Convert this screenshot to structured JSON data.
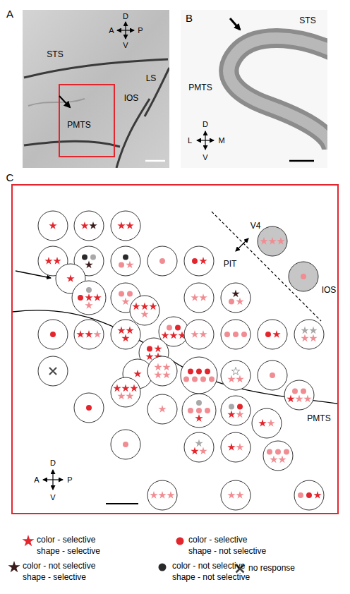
{
  "diagram": {
    "labels": [
      "A",
      "STS",
      "PMTS",
      "IOS",
      "LS",
      "D",
      "V",
      "A",
      "P",
      "B",
      "STS",
      "PMTS",
      "D",
      "V",
      "L",
      "M",
      "C",
      "V4",
      "PIT",
      "IOS",
      "PMTS",
      "D",
      "V",
      "A",
      "P"
    ],
    "legend": [
      {
        "text": "color - selective shape - selective"
      },
      {
        "text": "color - selective shape - not selective"
      },
      {
        "text": "color - not selective shape - selective"
      },
      {
        "text": "color - not selective shape - not selective"
      },
      {
        "text": "no response"
      }
    ]
  }
}
